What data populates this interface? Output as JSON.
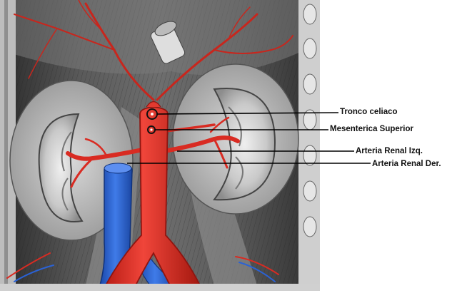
{
  "labels": {
    "tronco": "Tronco celiaco",
    "mesenterica": "Mesenterica Superior",
    "renal_izq": "Arteria Renal Izq.",
    "renal_der": "Arteria Renal Der."
  },
  "colors": {
    "artery": "#d92b22",
    "artery_dark": "#8e1510",
    "vein": "#2a62d6",
    "vein_dark": "#163f9a",
    "tissue_light": "#d4d4d4",
    "tissue_dark": "#3a3a3a",
    "leader_line": "#000000"
  },
  "icons": {
    "tronco_marker": "ring-marker",
    "mesenterica_marker": "ring-marker"
  }
}
